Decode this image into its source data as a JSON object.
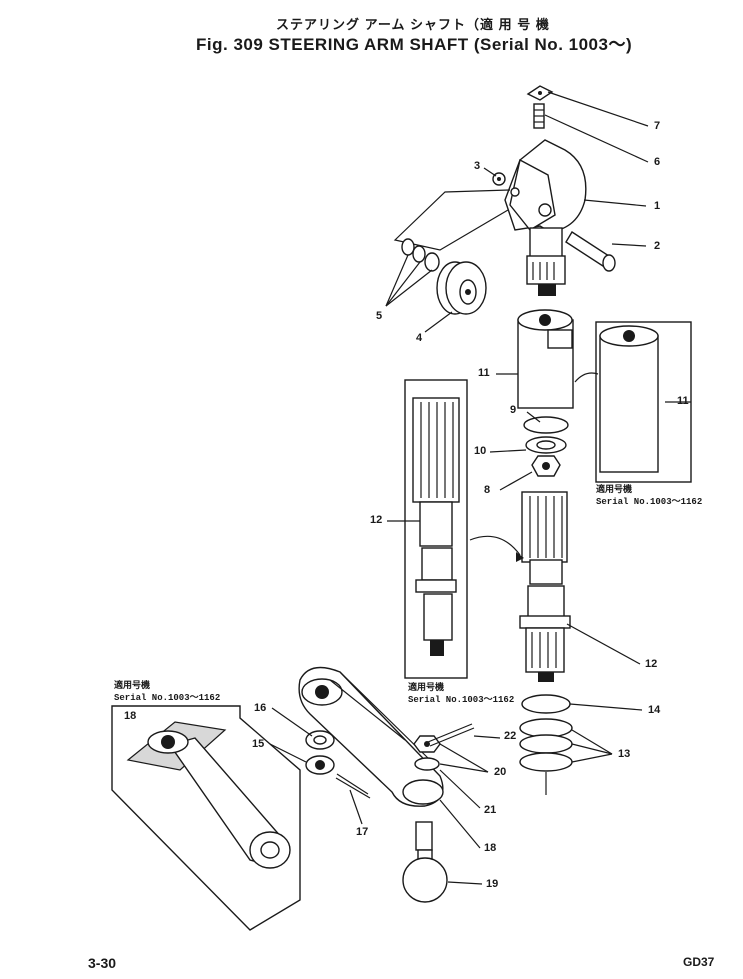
{
  "header": {
    "title_jp": "ステアリング アーム シャフト（適 用 号 機",
    "title_main": "Fig. 309  STEERING  ARM  SHAFT (Serial  No. 1003～)"
  },
  "notes": {
    "note_11_jp": "適用号機",
    "note_11_serial": "Serial  No.1003～1162",
    "note_12_jp": "適用号機",
    "note_12_serial": "Serial  No.1003～1162",
    "note_18_jp": "適用号機",
    "note_18_serial": "Serial  No.1003～1162"
  },
  "callouts": {
    "c1": "1",
    "c2": "2",
    "c3": "3",
    "c4": "4",
    "c5": "5",
    "c6": "6",
    "c7": "7",
    "c8": "8",
    "c9": "9",
    "c10": "10",
    "c11a": "11",
    "c11b": "11",
    "c12a": "12",
    "c12b": "12",
    "c13": "13",
    "c14": "14",
    "c15": "15",
    "c16": "16",
    "c17": "17",
    "c18a": "18",
    "c18b": "18",
    "c19": "19",
    "c20": "20",
    "c21": "21",
    "c22": "22"
  },
  "footer": {
    "page_number": "3-30",
    "code": "GD37"
  }
}
